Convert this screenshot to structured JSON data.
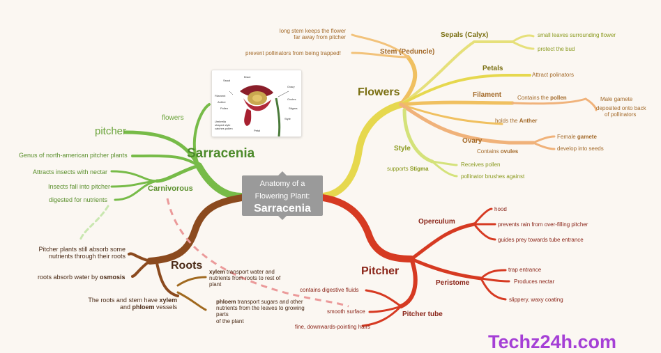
{
  "center": {
    "line1": "Anatomy of a",
    "line2": "Flowering Plant:",
    "line3": "Sarracenia"
  },
  "sarracenia": {
    "title": "Sarracenia",
    "flowers": "flowers",
    "pitcher": "pitcher",
    "genus": "Genus of north-american pitcher plants",
    "carnivorous": {
      "title": "Carnivorous",
      "items": [
        "Attracts insects with nectar",
        "Insects fall into pitcher",
        "digested for nutrients"
      ]
    }
  },
  "flowers": {
    "title": "Flowers",
    "stem": {
      "title": "Stem (Peduncle)",
      "note1a": "long stem keeps the flower",
      "note1b": "far away from pitcher",
      "note2": "prevent pollinators from being trapped!"
    },
    "sepals": {
      "title": "Sepals (Calyx)",
      "items": [
        "small leaves surrounding flower",
        "protect the bud"
      ]
    },
    "petals": {
      "title": "Petals",
      "note": "Attract polinators"
    },
    "filament": {
      "title": "Filament",
      "contains_pre": "Contains the ",
      "contains_b": "pollen",
      "male": "Male gamete",
      "dep1": "deposited onto back",
      "dep2": "of pollinators",
      "holds_pre": "holds the ",
      "holds_b": "Anther"
    },
    "ovary": {
      "title": "Ovary",
      "contains_pre": "Contains ",
      "contains_b": "ovules",
      "female_pre": "Female ",
      "female_b": "gamete",
      "develop": "develop into seeds"
    },
    "style": {
      "title": "Style",
      "supports_pre": "supports ",
      "supports_b": "Stigma",
      "items": [
        "Receives pollen",
        "pollinator brushes against"
      ]
    }
  },
  "roots": {
    "title": "Roots",
    "note1a": "Pitcher plants still absorb some",
    "note1b": "nutrients through their roots",
    "absorb_pre": "roots absorb water by ",
    "absorb_b": "osmosis",
    "xp1_pre": "The roots and stem have ",
    "xp1_b": "xylem",
    "xp2_pre": "and ",
    "xp2_b": "phloem",
    "xp2_post": " vessels",
    "xylem_b": "xylem",
    "xylem_rest1": " transport water and",
    "xylem_rest2": "nutrients from roots to rest of",
    "xylem_rest3": "plant",
    "phloem_b": "phloem",
    "phloem_rest1": " transport sugars and other",
    "phloem_rest2": "nutrients from the leaves to growing",
    "phloem_rest3": "parts",
    "phloem_rest4": "of the plant"
  },
  "pitcher": {
    "title": "Pitcher",
    "operculum": {
      "title": "Operculum",
      "items": [
        "hood",
        "prevents rain from over-filling pitcher",
        "guides prey towards tube entrance"
      ]
    },
    "peristome": {
      "title": "Peristome",
      "items": [
        "trap entrance",
        "Produces nectar",
        "slippery, waxy coating"
      ]
    },
    "tube": {
      "title": "Pitcher tube",
      "items": [
        "contains digestive fluids",
        "smooth surface",
        "fine, downwards-pointing hairs"
      ]
    }
  },
  "photo_labels": [
    "Sepal",
    "Bract",
    "Ovary",
    "Filament",
    "Ovules",
    "Anther",
    "Stigma",
    "Pollen",
    "Style",
    "Umbrella",
    "shaped style",
    "catches pollen",
    "Petal"
  ],
  "watermark": "Techz24h.com",
  "colors": {
    "green": "#6db33f",
    "brown": "#8b4513",
    "red": "#d63a22",
    "yellow": "#e3d24a",
    "orange": "#e8a85a",
    "center": "#9a9a9a",
    "watermark": "#a53fd6"
  }
}
